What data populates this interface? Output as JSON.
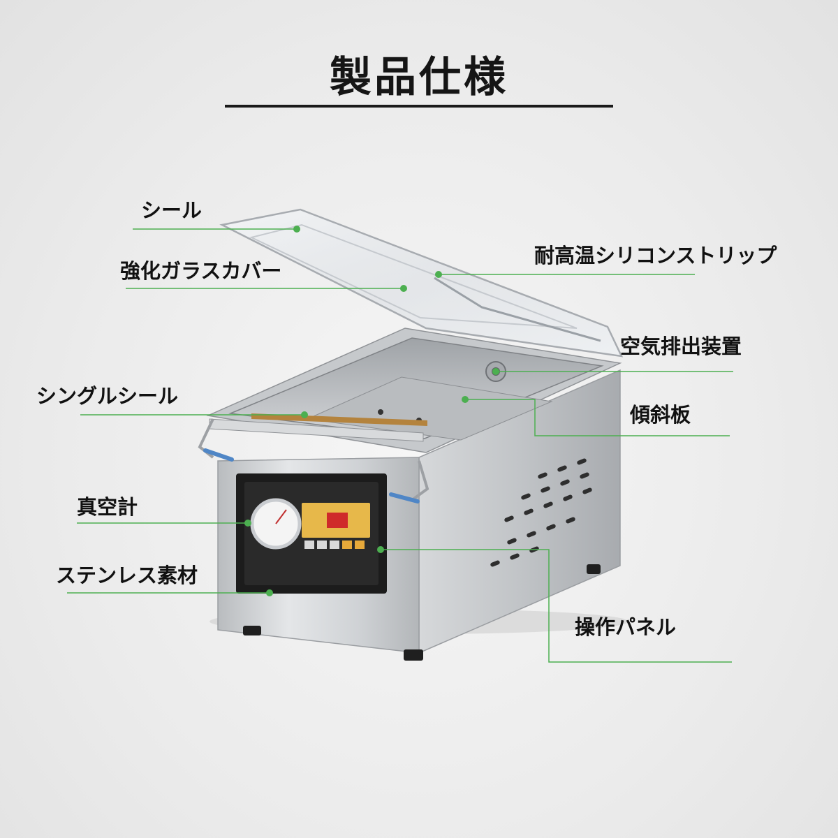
{
  "title": "製品仕様",
  "labels": {
    "seal": "シール",
    "glass_cover": "強化ガラスカバー",
    "silicone_strip": "耐高温シリコンストリップ",
    "air_exhaust": "空気排出装置",
    "single_seal": "シングルシール",
    "tilt_plate": "傾斜板",
    "vacuum_gauge": "真空計",
    "stainless": "ステンレス素材",
    "control_panel": "操作パネル"
  },
  "colors": {
    "leader_line": "#4caf50",
    "title": "#151515",
    "label": "#111111"
  }
}
